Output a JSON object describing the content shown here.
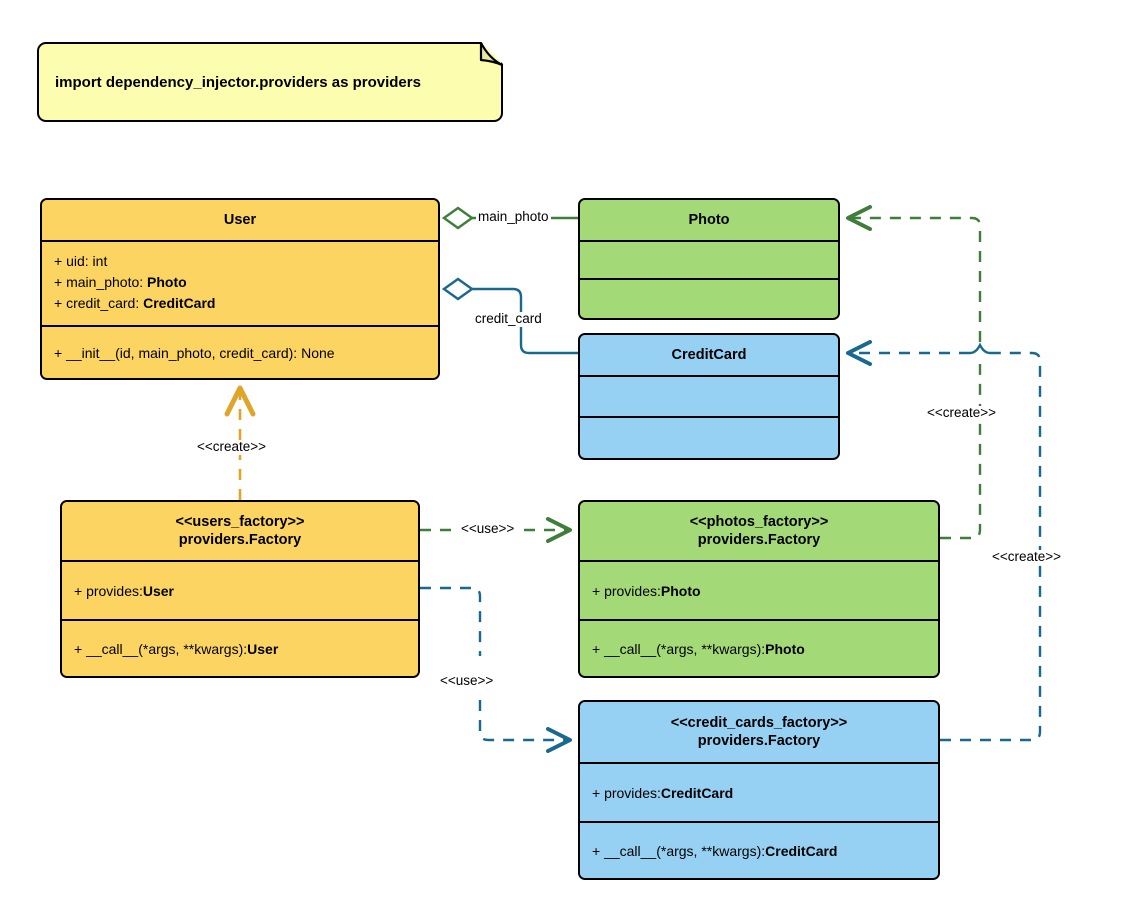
{
  "diagram": {
    "title": "Dependency Injector Factory providers UML class diagram",
    "type": "uml-class-diagram",
    "colors": {
      "yellow_fill": "#fcd462",
      "green_fill": "#a4d977",
      "blue_fill": "#96d0f2",
      "note_fill": "#fdfdaf",
      "green_edge": "#3e7d3a",
      "blue_edge": "#18688f",
      "orange_edge": "#e0a526",
      "outline": "#000000"
    }
  },
  "note": {
    "text": "import dependency_injector.providers as providers"
  },
  "classes": {
    "user": {
      "name": "User",
      "attributes": [
        {
          "prefix": "+ ",
          "label": "uid: ",
          "type": "int",
          "type_bold": false
        },
        {
          "prefix": "+ ",
          "label": "main_photo: ",
          "type": "Photo",
          "type_bold": true
        },
        {
          "prefix": "+ ",
          "label": "credit_card: ",
          "type": "CreditCard",
          "type_bold": true
        }
      ],
      "methods": [
        {
          "text": "+ __init__(id, main_photo, credit_card): None"
        }
      ]
    },
    "photo": {
      "name": "Photo",
      "attributes": [],
      "methods": []
    },
    "credit_card": {
      "name": "CreditCard",
      "attributes": [],
      "methods": []
    },
    "users_factory": {
      "stereotype": "<<users_factory>>",
      "name": "providers.Factory",
      "provides_prefix": "+ provides: ",
      "provides_type": "User",
      "call_prefix": "+ __call__(*args, **kwargs): ",
      "call_type": "User"
    },
    "photos_factory": {
      "stereotype": "<<photos_factory>>",
      "name": "providers.Factory",
      "provides_prefix": "+ provides: ",
      "provides_type": "Photo",
      "call_prefix": "+ __call__(*args, **kwargs): ",
      "call_type": "Photo"
    },
    "credit_cards_factory": {
      "stereotype": "<<credit_cards_factory>>",
      "name": "providers.Factory",
      "provides_prefix": "+ provides: ",
      "provides_type": "CreditCard",
      "call_prefix": "+ __call__(*args, **kwargs): ",
      "call_type": "CreditCard"
    }
  },
  "relations": {
    "main_photo_label": "main_photo",
    "credit_card_label": "credit_card",
    "create_user_label": "<<create>>",
    "use_photos_label": "<<use>>",
    "use_credit_cards_label": "<<use>>",
    "create_photo_label": "<<create>>",
    "create_credit_card_label": "<<create>>"
  }
}
